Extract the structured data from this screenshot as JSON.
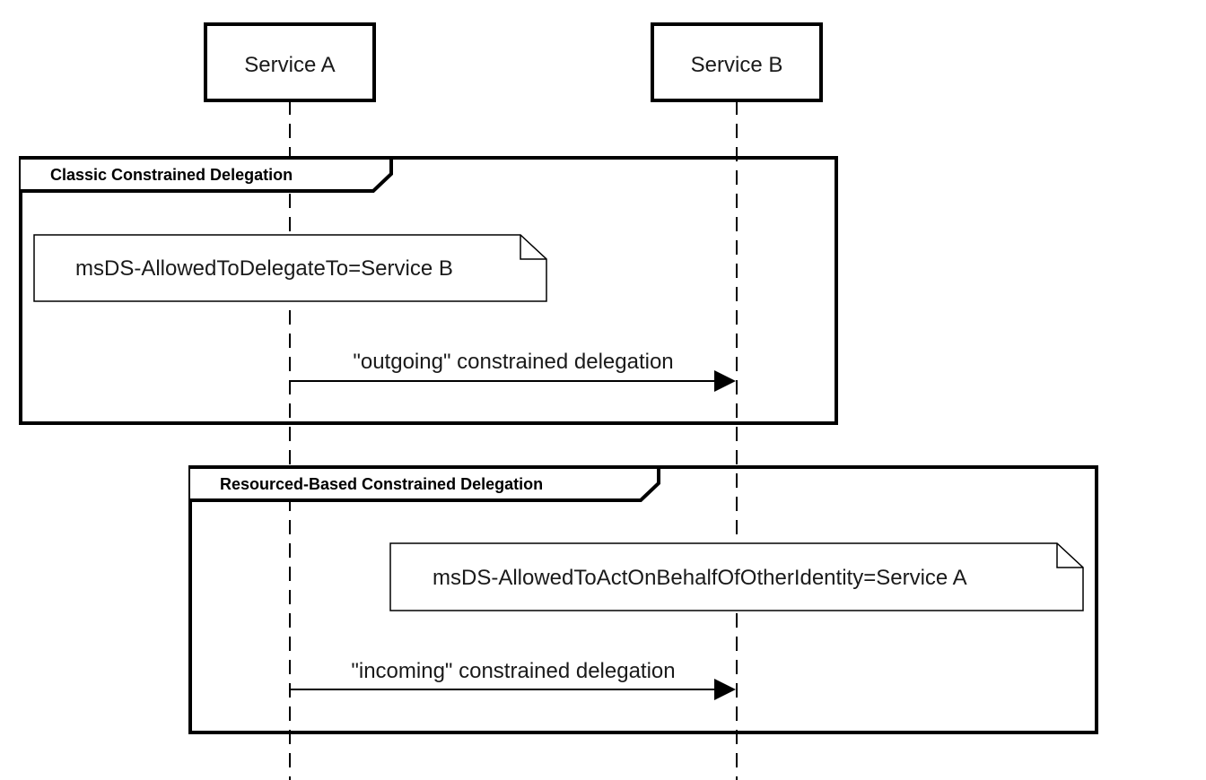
{
  "participants": {
    "a": {
      "name": "Service A"
    },
    "b": {
      "name": "Service B"
    }
  },
  "fragments": {
    "classic": {
      "label": "Classic Constrained Delegation",
      "note": "msDS-AllowedToDelegateTo=Service B",
      "message": "\"outgoing\" constrained delegation"
    },
    "rbcd": {
      "label": "Resourced-Based Constrained Delegation",
      "note": "msDS-AllowedToActOnBehalfOfOtherIdentity=Service A",
      "message": "\"incoming\" constrained delegation"
    }
  },
  "colors": {
    "stroke": "#000000",
    "background": "#ffffff",
    "text": "#1a1a1a"
  }
}
